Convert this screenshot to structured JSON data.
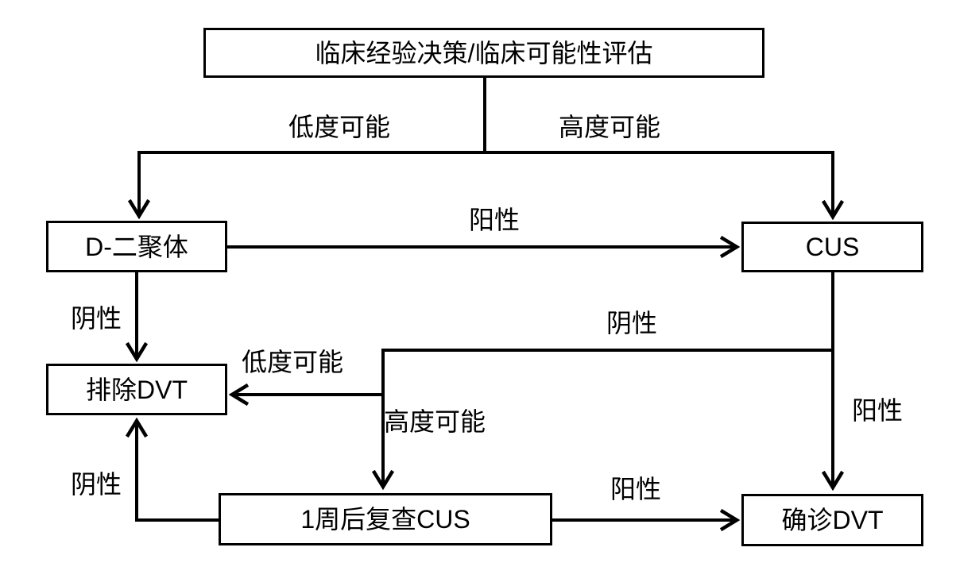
{
  "diagram": {
    "type": "flowchart",
    "language": "zh-CN",
    "topic": "DVT diagnostic pathway",
    "colors": {
      "background": "#ffffff",
      "line": "#000000",
      "box_border": "#000000",
      "box_fill": "#ffffff",
      "text": "#000000"
    },
    "nodes": {
      "assessment": "临床经验决策/临床可能性评估",
      "ddimer": "D-二聚体",
      "cus": "CUS",
      "exclude": "排除DVT",
      "recheck": "1周后复查CUS",
      "confirm": "确诊DVT"
    },
    "edges": [
      {
        "from": "assessment",
        "to": "ddimer",
        "label": "低度可能"
      },
      {
        "from": "assessment",
        "to": "cus",
        "label": "高度可能"
      },
      {
        "from": "ddimer",
        "to": "cus",
        "label": "阳性"
      },
      {
        "from": "ddimer",
        "to": "exclude",
        "label": "阴性"
      },
      {
        "from": "cus",
        "to": "branch",
        "label": "阴性"
      },
      {
        "from": "branch",
        "to": "exclude",
        "label": "低度可能"
      },
      {
        "from": "branch",
        "to": "recheck",
        "label": "高度可能"
      },
      {
        "from": "cus",
        "to": "confirm",
        "label": "阳性"
      },
      {
        "from": "recheck",
        "to": "exclude",
        "label": "阴性"
      },
      {
        "from": "recheck",
        "to": "confirm",
        "label": "阳性"
      }
    ]
  }
}
